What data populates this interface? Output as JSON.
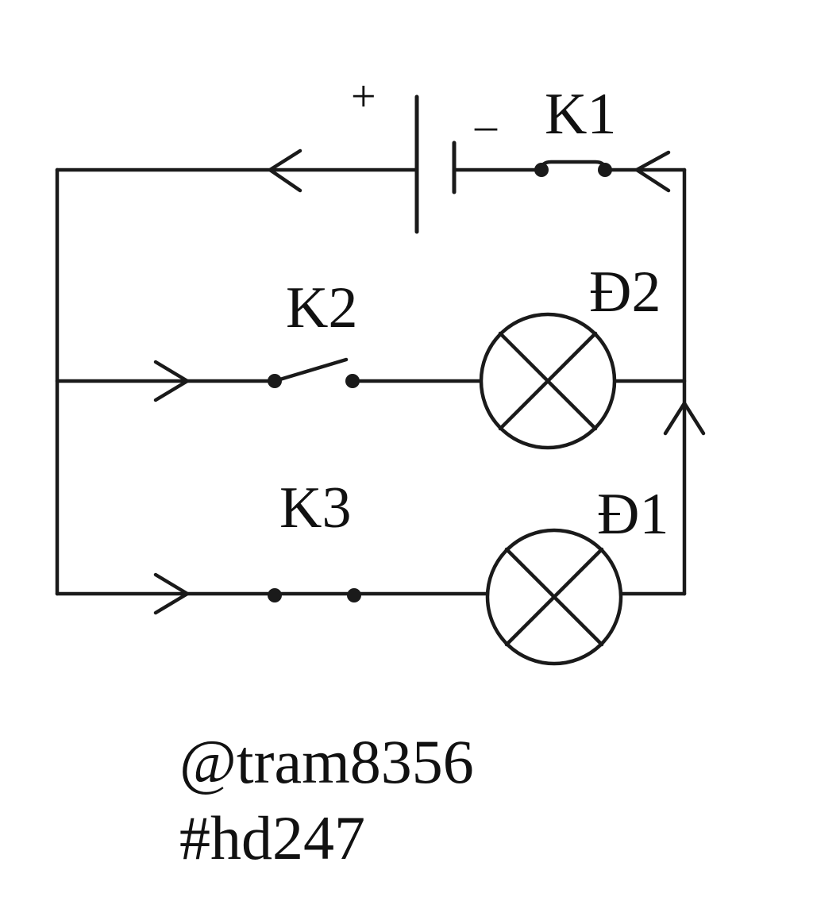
{
  "battery": {
    "plus_label": "+",
    "minus_label": "–"
  },
  "switches": [
    {
      "id": "K1",
      "label": "K1",
      "state": "closed"
    },
    {
      "id": "K2",
      "label": "K2",
      "state": "open"
    },
    {
      "id": "K3",
      "label": "K3",
      "state": "closed"
    }
  ],
  "lamps": [
    {
      "id": "D2",
      "label": "Đ2"
    },
    {
      "id": "D1",
      "label": "Đ1"
    }
  ],
  "credits": {
    "author": "@tram8356",
    "tag": "#hd247"
  },
  "colors": {
    "ink": "#1a1a1a",
    "background": "#ffffff"
  }
}
